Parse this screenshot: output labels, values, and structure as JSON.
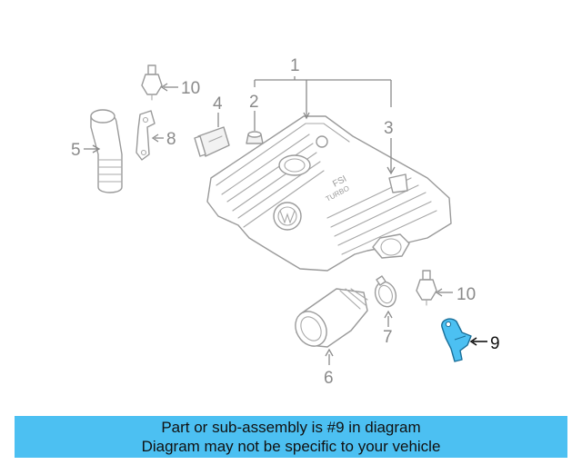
{
  "callouts": {
    "c1": "1",
    "c2": "2",
    "c3": "3",
    "c4": "4",
    "c5": "5",
    "c6": "6",
    "c7": "7",
    "c8": "8",
    "c9": "9",
    "c10_top": "10",
    "c10_bottom": "10"
  },
  "cover_text": {
    "brand_line1": "FSI",
    "brand_line2": "TURBO"
  },
  "highlight": {
    "part_number": "9",
    "color": "#4cc0f2",
    "outline_color": "#1b6f99"
  },
  "banner": {
    "line1": "Part or sub-assembly is #9 in diagram",
    "line2": "Diagram may not be specific to your vehicle",
    "color": "#4cc0f2"
  }
}
